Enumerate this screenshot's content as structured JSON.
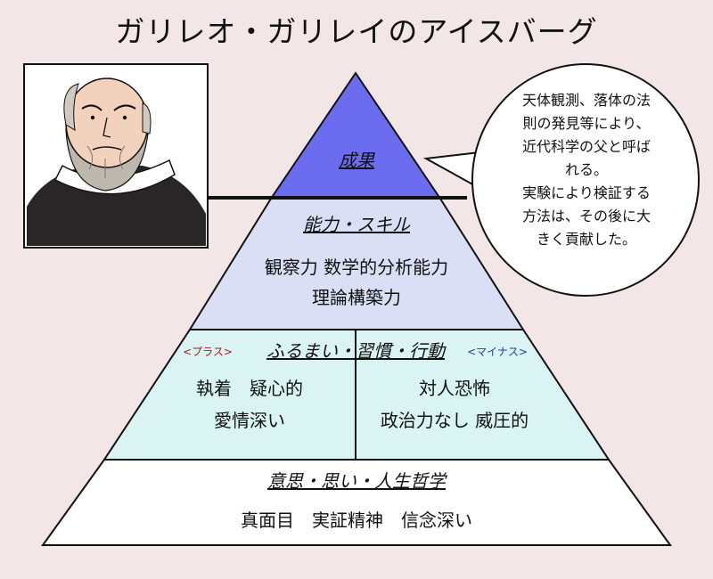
{
  "title": "ガリレオ・ガリレイのアイスバーグ",
  "pyramid": {
    "top": {
      "label": "成果",
      "color": "#6b6cf0"
    },
    "skills": {
      "label": "能力・スキル",
      "line1": "観察力 数学的分析能力",
      "line2": "理論構築力",
      "color": "#dadff5"
    },
    "behavior": {
      "label": "ふるまい・習慣・行動",
      "plus_tag": "<プラス>",
      "minus_tag": "<マイナス>",
      "plus_line1": "執着　疑心的",
      "plus_line2": "愛情深い",
      "minus_line1": "対人恐怖",
      "minus_line2": "政治力なし 威圧的",
      "color": "#d9f4f2",
      "plus_tag_color": "#b01616",
      "minus_tag_color": "#1c3fa3"
    },
    "base": {
      "label": "意思・思い・人生哲学",
      "line1": "真面目　実証精神　信念深い",
      "color": "#ffffff"
    }
  },
  "speech_bubble": {
    "lines": [
      "天体観測、落体の法",
      "則の発見等により、",
      "近代科学の父と呼ば",
      "れる。",
      "実験により検証する",
      "方法は、その後に大",
      "きく貢献した。"
    ]
  },
  "portrait": {
    "icon": "galileo-portrait-icon"
  }
}
